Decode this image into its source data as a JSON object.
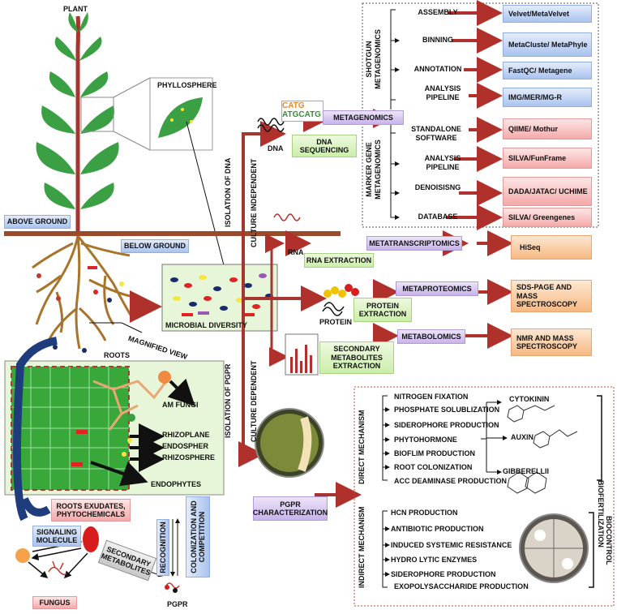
{
  "plant": {
    "title": "PLANT",
    "phyllosphere": "PHYLLOSPHERE",
    "above_ground": "ABOVE GROUND",
    "below_ground": "BELOW GROUND",
    "roots": "ROOTS",
    "magnified_view": "MAGNIFIED VIEW",
    "microbial_diversity": "MICROBIAL DIVERSITY"
  },
  "root_zone": {
    "am_fungi": "AM FUNGI",
    "rhizoplane": "RHIZOPLANE",
    "endospher": "ENDOSPHER",
    "rhizosphere": "RHIZOSPHERE",
    "endophytes": "ENDOPHYTES",
    "root_exudates": "ROOTS EXUDATES, PHYTOCHEMICALS",
    "signaling_molecule": "SIGNALING MOLECULE",
    "secondary_metabolites": "SECONDARY METABOLITES",
    "fungus": "FUNGUS",
    "recognition": "RECOGNITION",
    "colonization": "COLONIZATION AND COMPETITION",
    "pgpr": "PGPR"
  },
  "culture_independent": {
    "isolation_dna": "ISOLATION OF DNA",
    "culture_independent": "CULTURE INDEPENDENT",
    "dna": "DNA",
    "dna_sequencing": "DNA SEQUENCING",
    "dna_letters_1": "CATG",
    "dna_letters_2": "ATGCATG",
    "metagenomics": "METAGENOMICS",
    "shotgun_label": "SHOTGUN METAGENOMICS",
    "marker_label": "MARKER GENE METAGENOMICS",
    "rna": "RNA",
    "rna_extraction": "RNA EXTRACTION",
    "metatranscriptomics": "METATRANSCRIPTOMICS",
    "hiseq": "HiSeq",
    "protein": "PROTEIN",
    "protein_extraction": "PROTEIN EXTRACTION",
    "metaproteomics": "METAPROTEOMICS",
    "sds_page": "SDS-PAGE AND MASS SPECTROSCOPY",
    "secondary_extraction": "SECONDARY METABOLITES EXTRACTION",
    "metabolomics": "METABOLOMICS",
    "nmr": "NMR AND MASS SPECTROSCOPY"
  },
  "metagenomics_rows": [
    {
      "step": "ASSEMBLY",
      "tool": "Velvet/MetaVelvet",
      "color": "#a9c3ee"
    },
    {
      "step": "BINNING",
      "tool": "MetaCluste/ MetaPhyle",
      "color": "#a9c3ee"
    },
    {
      "step": "ANNOTATION",
      "tool": "FastQC/ Metagene",
      "color": "#a9c3ee"
    },
    {
      "step": "ANALYSIS PIPELINE",
      "tool": "IMG/MER/MG-R",
      "color": "#a9c3ee"
    },
    {
      "step": "STANDALONE SOFTWARE",
      "tool": "QIIME/ Mothur",
      "color": "#f4a9a9"
    },
    {
      "step": "ANALYSIS PIPELINE",
      "tool": "SILVA/FunFrame",
      "color": "#f4a9a9"
    },
    {
      "step": "DENOISISNG",
      "tool": "DADA/JATAC/ UCHIME",
      "color": "#f4a9a9"
    },
    {
      "step": "DATABASE",
      "tool": "SILVA/ Greengenes",
      "color": "#f4a9a9"
    }
  ],
  "culture_dependent": {
    "isolation_pgpr": "ISOLATION OF PGPR",
    "culture_dependent": "CULTURE DEPENDENT",
    "pgpr_characterization": "PGPR CHARACTERIZATION",
    "direct_label": "DIRECT MECHANISM",
    "indirect_label": "INDIRECT MECHANISM",
    "biofertilization": "BIOFERTILIZATION",
    "biocontrol": "BIOCONTROL",
    "cytokinin": "CYTOKININ",
    "auxin": "AUXIN",
    "gibberellii": "GIBBERELLII"
  },
  "direct_mechanisms": [
    "NITROGEN FIXATION",
    "PHOSPHATE SOLUBLIZATION",
    "SIDEROPHORE PRODUCTION",
    "PHYTOHORMONE",
    "BIOFLIM PRODUCTION",
    "ROOT COLONIZATION",
    "ACC DEAMINASE  PRODUCTION"
  ],
  "indirect_mechanisms": [
    "HCN PRODUCTION",
    "ANTIBIOTIC PRODUCTION",
    "INDUCED SYSTEMIC RESISTANCE",
    "HYDRO LYTIC ENZYMES",
    "SIDEROPHORE PRODUCTION",
    "EXOPOLYSACCHARIDE PRODUCTION"
  ],
  "colors": {
    "arrow": "#b0302c",
    "trunk": "#a5362f",
    "soil_line": "#9b4a2c",
    "root_brown": "#a8742c",
    "leaf_green": "#3aa043",
    "cell_bg": "#38a83a"
  }
}
